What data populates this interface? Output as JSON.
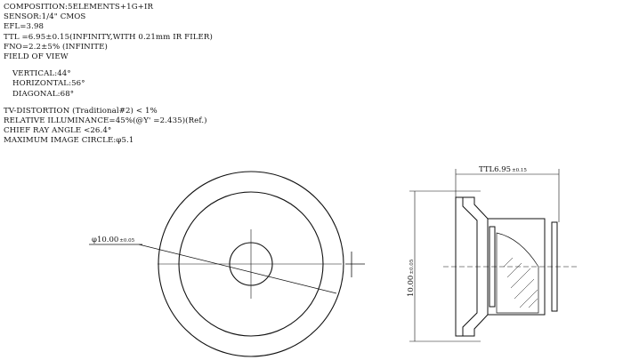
{
  "specs": {
    "composition": "COMPOSITION:5ELEMENTS+1G+IR",
    "sensor": "SENSOR:1/4\" CMOS",
    "efl": "EFL=3.98",
    "ttl": "TTL =6.95±0.15(INFINITY,WITH 0.21mm IR FILER)",
    "fno": "FNO=2.2±5% (INFINITE)",
    "fov": "FIELD OF VIEW",
    "vertical": "VERTICAL:44°",
    "horizontal": "HORIZONTAL:56°",
    "diagonal": "DIAGONAL:68°",
    "tv_distortion": "TV-DISTORTION (Traditional#2) < 1%",
    "relative_illuminance": "RELATIVE ILLUMINANCE=45%(@Y' =2.435)(Ref.)",
    "chief_ray_angle": "CHIEF RAY ANGLE <26.4°",
    "image_circle": "MAXIMUM IMAGE CIRCLE:φ5.1"
  },
  "front_view": {
    "diameter_label": "φ10.00",
    "diameter_tol": "±0.05"
  },
  "side_view": {
    "ttl_label": "TTL6.95",
    "ttl_tol": "±0.15",
    "height_label": "10.00",
    "height_tol": "±0.05"
  }
}
